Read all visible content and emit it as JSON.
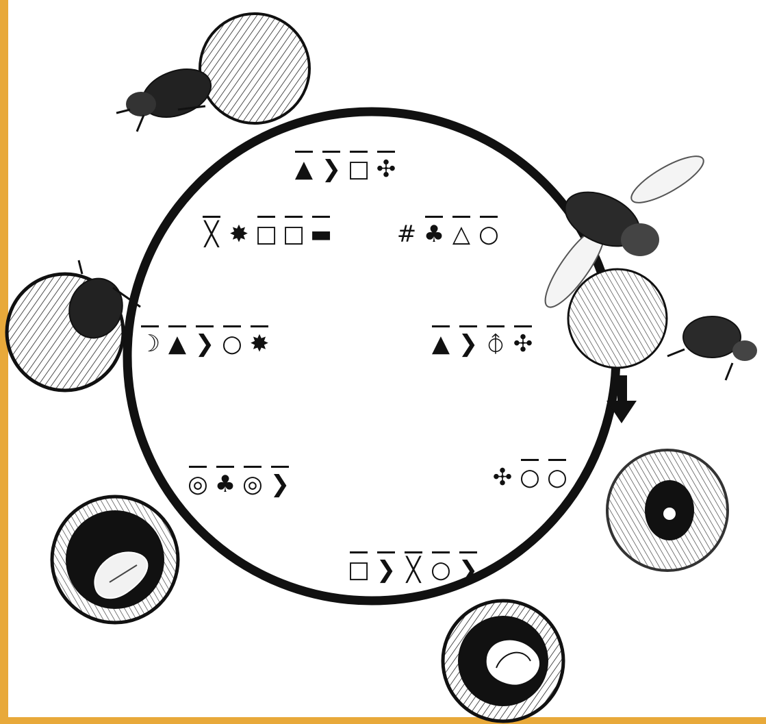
{
  "diagram": {
    "glyph_groups": [
      {
        "id": "g-top",
        "glyphs": [
          "▲",
          "❯",
          "□",
          "✣"
        ],
        "bars": [
          1,
          1,
          1,
          1
        ]
      },
      {
        "id": "g-upper-left",
        "glyphs": [
          "╳",
          "✸",
          "□",
          "□",
          "▬"
        ],
        "bars": [
          1,
          0,
          1,
          1,
          1
        ]
      },
      {
        "id": "g-upper-right",
        "glyphs": [
          "#",
          "♣",
          "△",
          "○"
        ],
        "bars": [
          0,
          1,
          1,
          1
        ]
      },
      {
        "id": "g-left",
        "glyphs": [
          "☽",
          "▲",
          "❯",
          "○",
          "✸"
        ],
        "bars": [
          1,
          1,
          1,
          1,
          1
        ]
      },
      {
        "id": "g-right",
        "glyphs": [
          "▲",
          "❯",
          "⦽",
          "✣"
        ],
        "bars": [
          1,
          1,
          1,
          1
        ]
      },
      {
        "id": "g-lower-left",
        "glyphs": [
          "◎",
          "♣",
          "◎",
          "❯"
        ],
        "bars": [
          1,
          1,
          1,
          1
        ]
      },
      {
        "id": "g-lower-right",
        "glyphs": [
          "✣",
          "○",
          "○"
        ],
        "bars": [
          0,
          1,
          1
        ]
      },
      {
        "id": "g-bottom",
        "glyphs": [
          "□",
          "❯",
          "╳",
          "○",
          "❯"
        ],
        "bars": [
          1,
          1,
          1,
          1,
          1
        ]
      }
    ]
  },
  "colors": {
    "border": "#e8a93a",
    "ink": "#111111",
    "paper": "#ffffff"
  },
  "icons": [
    "beetle-rolling-ball-icon",
    "flying-beetle-icon",
    "beetle-pushing-ball-icon",
    "beetle-burrowing-ball-icon",
    "ball-with-egg-icon",
    "ball-with-grub-icon",
    "ball-with-pupa-icon",
    "arrow-down-icon"
  ]
}
